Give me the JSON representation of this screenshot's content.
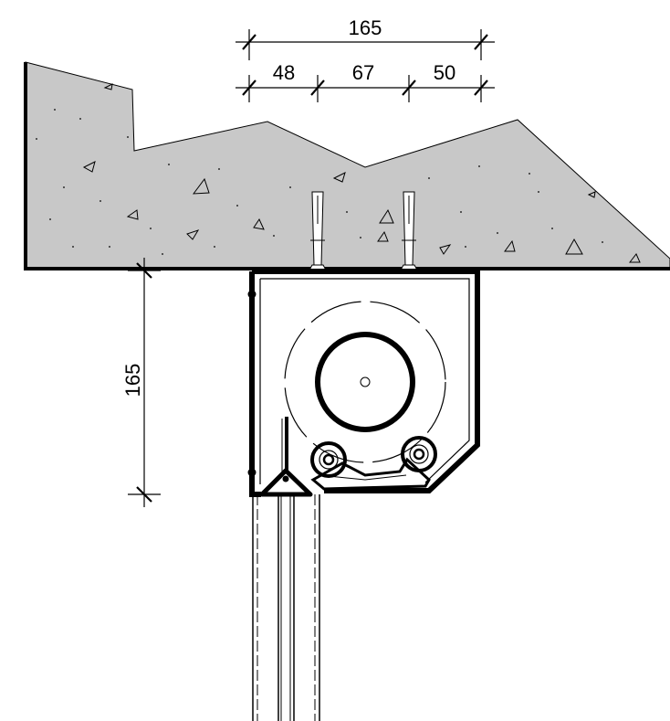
{
  "dimensions": {
    "top_total": "165",
    "top_segment_1": "48",
    "top_segment_2": "67",
    "top_segment_3": "50",
    "vertical_height": "165"
  },
  "colors": {
    "concrete_fill": "#c8c8c8",
    "line": "#000000",
    "background": "#ffffff"
  }
}
